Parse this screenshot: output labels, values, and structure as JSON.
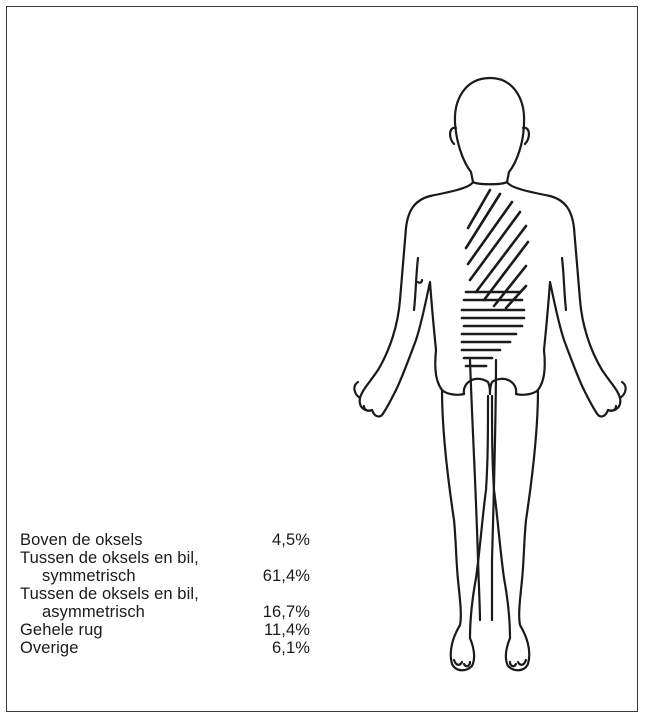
{
  "legend": {
    "items": [
      {
        "label": "Boven de oksels",
        "sublabel": "",
        "value": "4,5%"
      },
      {
        "label": "Tussen de oksels en bil,",
        "sublabel": "symmetrisch",
        "value": "61,4%"
      },
      {
        "label": "Tussen de oksels en bil,",
        "sublabel": "asymmetrisch",
        "value": "16,7%"
      },
      {
        "label": "Gehele rug",
        "sublabel": "",
        "value": "11,4%"
      },
      {
        "label": "Overige",
        "sublabel": "",
        "value": "6,1%"
      }
    ]
  },
  "colors": {
    "ink": "#1a1a1a",
    "background": "#ffffff",
    "frame": "#3a3a3a"
  }
}
